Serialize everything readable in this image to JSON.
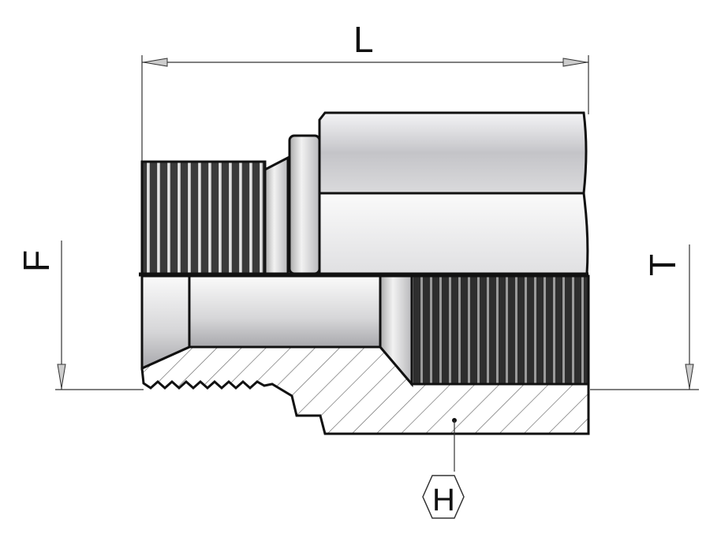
{
  "diagram": {
    "labels": {
      "length": "L",
      "male_thread": "F",
      "female_thread": "T",
      "hex": "H"
    },
    "colors": {
      "outline": "#111111",
      "body_light": "#e8e8ea",
      "body_mid": "#c9c9cc",
      "thread_dark": "#2a2a2a",
      "hatch": "#555555"
    }
  }
}
